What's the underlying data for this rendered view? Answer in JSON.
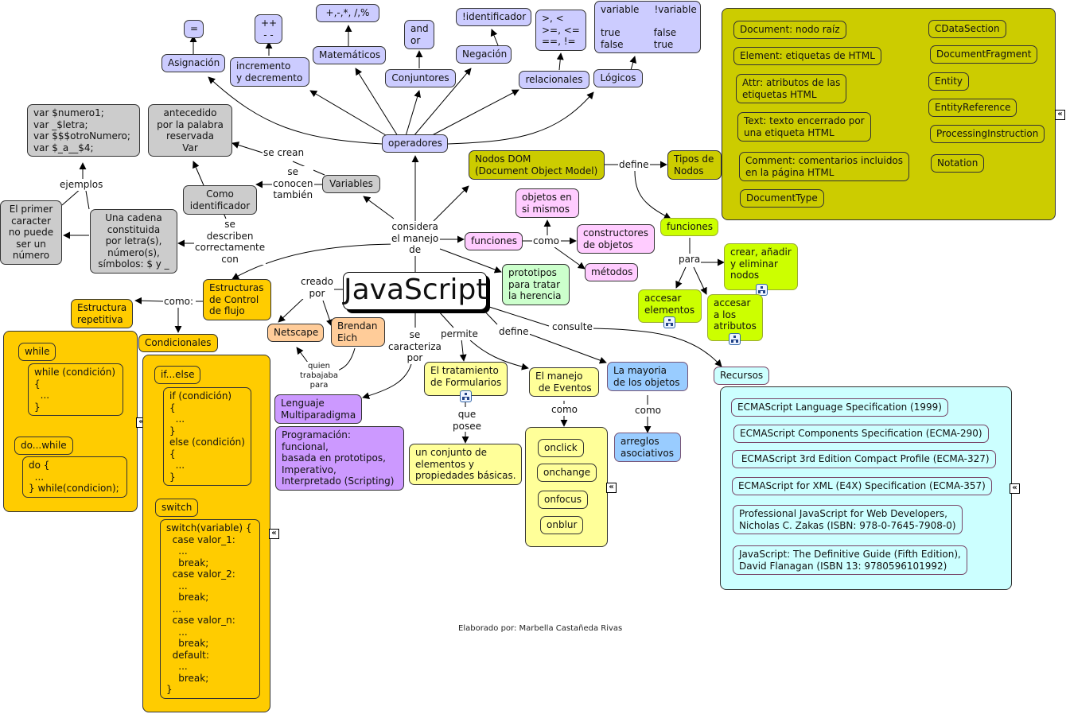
{
  "map": {
    "title": "JavaScript",
    "footer": "Elaborado por: Marbella Castañeda Rivas",
    "colors": {
      "operators": "#ccccff",
      "variables": "#cccccc",
      "dom": "#cccc00",
      "dom_functions": "#ccff00",
      "functions": "#ffccff",
      "prototypes": "#ccffcc",
      "creator": "#ffcc99",
      "control_flow": "#ffcc00",
      "paradigm": "#cc99ff",
      "forms_events": "#ffff99",
      "objects": "#99ccff",
      "resources": "#ccffff"
    }
  },
  "operators": {
    "root": "operadores",
    "asignacion": "Asignación",
    "asignacion_ex": "=",
    "incremento": "incremento\ny decremento",
    "incremento_ex": "++\n- -",
    "matematicos": "Matemáticos",
    "matematicos_ex": "+,-,*, /,%",
    "conjuntores": "Conjuntores",
    "conjuntores_ex": "and\nor",
    "negacion": "Negación",
    "negacion_ex": "!identificador",
    "relacionales": "relacionales",
    "relacionales_ex": ">, <\n>=, <=\n==, !=",
    "logicos": "Lógicos",
    "logicos_ex": "variable     !variable\n\ntrue           false\nfalse          true"
  },
  "variables": {
    "root": "Variables",
    "link_crean": "se crean",
    "crean_target": "antecedido\npor la palabra\nreservada\nVar",
    "link_conocen": "se\nconocen\ntambién",
    "identificador": "Como\nidentificador",
    "link_describen": "se\ndescriben\ncorrectamente\ncon",
    "cadena": "Una cadena\nconstituida\npor letra(s),\nnúmero(s),\nsímbolos: $ y _",
    "primer": "El primer\ncaracter\nno puede\nser un\nnúmero",
    "link_ejemplos": "ejemplos",
    "ejemplos": "var $numero1;\nvar _$letra;\nvar $$$otroNumero;\nvar $_a__$4;"
  },
  "dom": {
    "root": "Nodos DOM\n(Document Object Model)",
    "link_define": "define",
    "tipos": "Tipos de\nNodos",
    "tipos_items_left": [
      "Document: nodo raíz",
      "Element: etiquetas de HTML",
      "Attr: atributos de las\netiquetas HTML",
      "Text: texto encerrado por\nuna etiqueta HTML",
      "Comment: comentarios incluidos\nen la página HTML",
      "DocumentType"
    ],
    "tipos_items_right": [
      "CDataSection",
      "DocumentFragment",
      "Entity",
      "EntityReference",
      "ProcessingInstruction",
      "Notation"
    ],
    "funciones": "funciones",
    "link_para": "para",
    "crear": "crear, añadir\ny eliminar\nnodos",
    "accesar_elementos": "accesar\nelementos",
    "accesar_atributos": "accesar\na los\natributos"
  },
  "center": {
    "link_considera": "considera\nel manejo\nde",
    "funciones": "funciones",
    "link_como": "como",
    "objetos": "objetos en\nsi mismos",
    "constructores": "constructores\nde objetos",
    "metodos": "métodos",
    "prototipos": "prototipos\npara tratar\nla herencia"
  },
  "creator": {
    "link_creado": "creado\npor",
    "netscape": "Netscape",
    "brendan": "Brendan\nEich",
    "link_trabajaba": "quien\ntrabajaba\npara"
  },
  "control": {
    "root": "Estructuras\nde Control\nde flujo",
    "link_como": "como:",
    "repetitiva": "Estructura\nrepetitiva",
    "while": "while",
    "while_code": "while (condición)\n{\n  ...\n}",
    "dowhile": "do...while",
    "dowhile_code": "do {\n  ...\n} while(condicion);",
    "condicionales": "Condicionales",
    "ifelse": "if...else",
    "ifelse_code": "if (condición)\n{\n  ...\n}\nelse (condición)\n{\n  ...\n}",
    "switch": "switch",
    "switch_code": "switch(variable) {\n  case valor_1:\n    ...\n    break;\n  case valor_2:\n    ...\n    break;\n  ...\n  case valor_n:\n    ...\n    break;\n  default:\n    ...\n    break;\n}"
  },
  "paradigm": {
    "link_caracteriza": "se\ncaracteriza\npor",
    "lenguaje": "Lenguaje\nMultiparadigma",
    "detalle": "Programación:\nfuncional,\nbasada en prototipos,\nImperativo,\nInterpretado (Scripting)"
  },
  "permite": {
    "link_permite": "permite",
    "formularios": "El tratamiento\nde Formularios",
    "link_posee": "que\nposee",
    "conjunto": "un conjunto de\nelementos y\npropiedades básicas.",
    "eventos": "El manejo\n de Eventos",
    "link_como": "como",
    "eventos_items": [
      "onclick",
      "onchange",
      "onfocus",
      "onblur"
    ]
  },
  "objects": {
    "link_define": "define",
    "mayoria": "La mayoria\nde los objetos",
    "link_como": "como",
    "arreglos": "arreglos\nasociativos"
  },
  "resources": {
    "link_consulte": "consulte",
    "root": "Recursos",
    "items": [
      "ECMAScript Language Specification (1999)",
      "ECMAScript Components Specification (ECMA-290)",
      " ECMAScript 3rd Edition Compact Profile (ECMA-327)",
      "ECMAScript for XML (E4X) Specification (ECMA-357)",
      "Professional JavaScript for Web Developers,\nNicholas C. Zakas (ISBN: 978-0-7645-7908-0)",
      "JavaScript: The Definitive Guide (Fifth Edition),\nDavid Flanagan (ISBN 13: 9780596101992)"
    ]
  },
  "icons": {
    "collapse": "«"
  }
}
